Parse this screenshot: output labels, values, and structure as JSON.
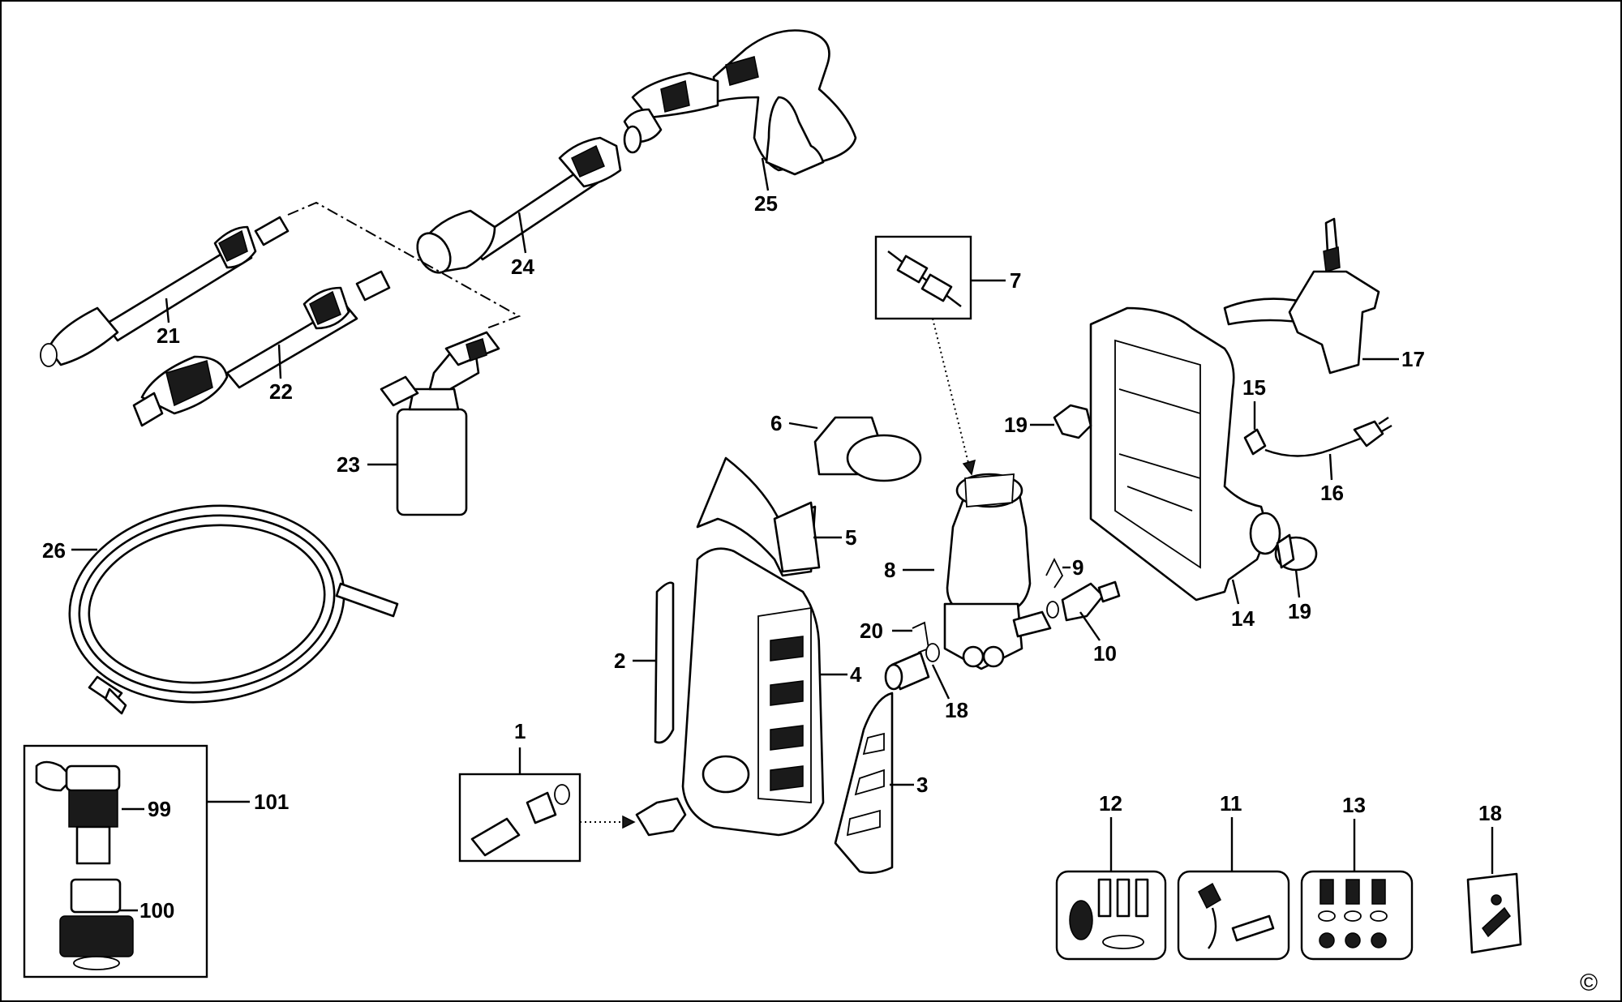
{
  "labels": {
    "p1": "1",
    "p2": "2",
    "p3": "3",
    "p4": "4",
    "p5": "5",
    "p6": "6",
    "p7": "7",
    "p8": "8",
    "p9": "9",
    "p10": "10",
    "p11": "11",
    "p12": "12",
    "p13": "13",
    "p14": "14",
    "p15": "15",
    "p16": "16",
    "p17": "17",
    "p18a": "18",
    "p18b": "18",
    "p19a": "19",
    "p19b": "19",
    "p20": "20",
    "p21": "21",
    "p22": "22",
    "p23": "23",
    "p24": "24",
    "p25": "25",
    "p26": "26",
    "p99": "99",
    "p100": "100",
    "p101": "101"
  },
  "copyright_mark": "©"
}
